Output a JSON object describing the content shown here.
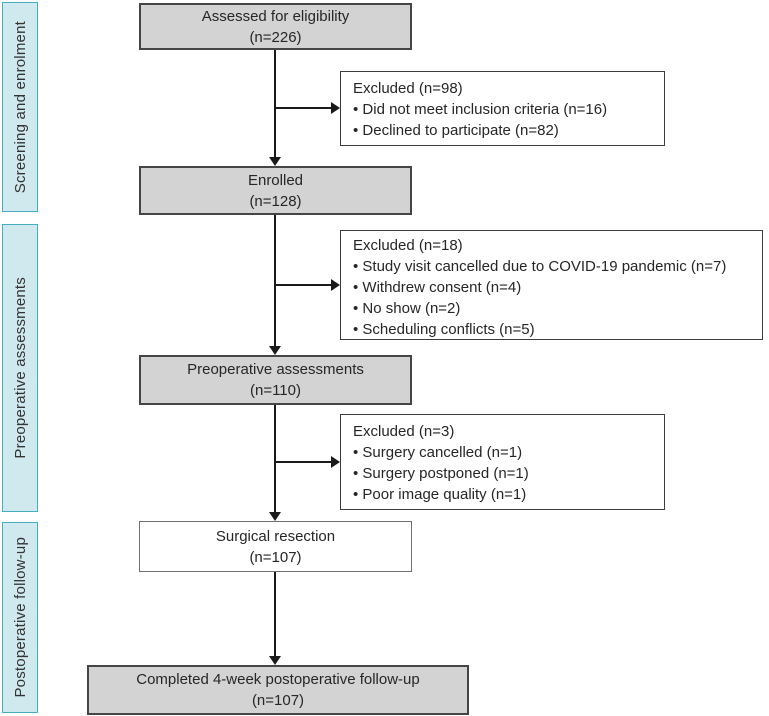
{
  "palette": {
    "sidebar_fill": "#cfe9ee",
    "sidebar_border": "#45aebf",
    "box_fill_gray": "#d3d3d3",
    "box_border_dark": "#454545",
    "box_fill_white": "#ffffff",
    "arrow_color": "#1a1a1a",
    "text_color": "#262626"
  },
  "bullet": "•",
  "sidebar": {
    "sections": [
      {
        "label": "Screening and enrolment"
      },
      {
        "label": "Preoperative assessments"
      },
      {
        "label": "Postoperative follow-up"
      }
    ]
  },
  "flow": {
    "boxes": [
      {
        "title": "Assessed for eligibility",
        "n": "(n=226)"
      },
      {
        "title": "Enrolled",
        "n": "(n=128)"
      },
      {
        "title": "Preoperative assessments",
        "n": "(n=110)"
      },
      {
        "title": "Surgical resection",
        "n": "(n=107)"
      },
      {
        "title": "Completed 4-week postoperative follow-up",
        "n": "(n=107)"
      }
    ],
    "exclusions": [
      {
        "title": "Excluded (n=98)",
        "items": [
          "Did not meet inclusion criteria (n=16)",
          "Declined to participate (n=82)"
        ]
      },
      {
        "title": "Excluded (n=18)",
        "items": [
          "Study visit cancelled due to COVID-19 pandemic (n=7)",
          "Withdrew consent (n=4)",
          "No show (n=2)",
          "Scheduling conflicts (n=5)"
        ]
      },
      {
        "title": "Excluded (n=3)",
        "items": [
          "Surgery cancelled (n=1)",
          "Surgery postponed (n=1)",
          "Poor image quality (n=1)"
        ]
      }
    ]
  }
}
